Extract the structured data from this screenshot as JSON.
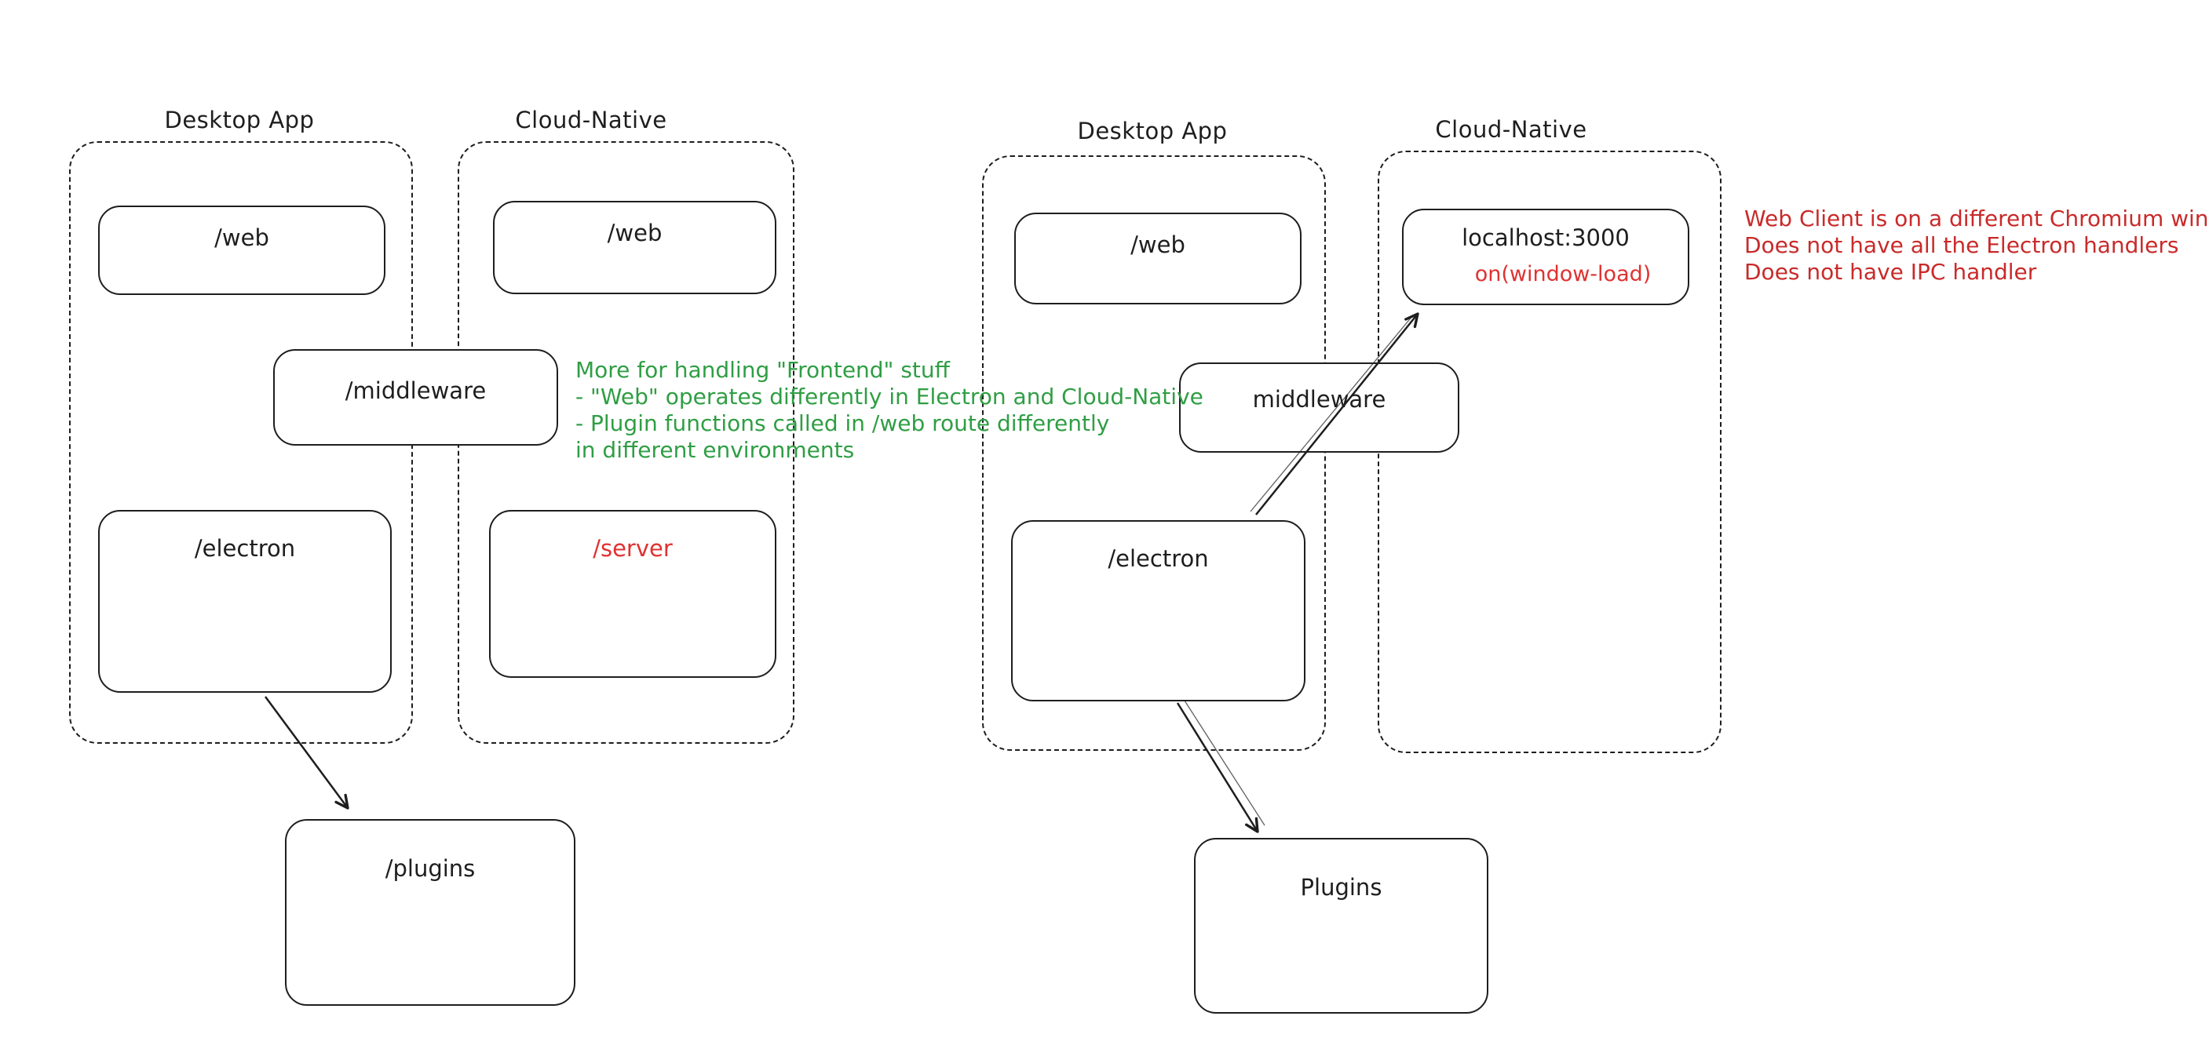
{
  "left_diagram": {
    "desktop_group": "Desktop App",
    "cloud_group": "Cloud-Native",
    "nodes": {
      "web_desktop": "/web",
      "web_cloud": "/web",
      "middleware": "/middleware",
      "electron": "/electron",
      "server": "/server",
      "plugins": "/plugins"
    }
  },
  "right_diagram": {
    "desktop_group": "Desktop App",
    "cloud_group": "Cloud-Native",
    "nodes": {
      "web": "/web",
      "localhost": "localhost:3000",
      "window_load": "on(window-load)",
      "middleware": "middleware",
      "electron": "/electron",
      "plugins": "Plugins"
    }
  },
  "notes": {
    "green": {
      "line1": "More for handling \"Frontend\" stuff",
      "line2": "- \"Web\" operates differently in Electron and Cloud-Native",
      "line3": "- Plugin functions called in /web route differently",
      "line4": "in different environments"
    },
    "red": {
      "line1": "Web Client is on a different Chromium window",
      "line2": "Does not have all the Electron handlers",
      "line3": "Does not have IPC handler"
    }
  },
  "colors": {
    "ink": "#1e1e1e",
    "red": "#e03131",
    "green": "#2f9e44"
  }
}
